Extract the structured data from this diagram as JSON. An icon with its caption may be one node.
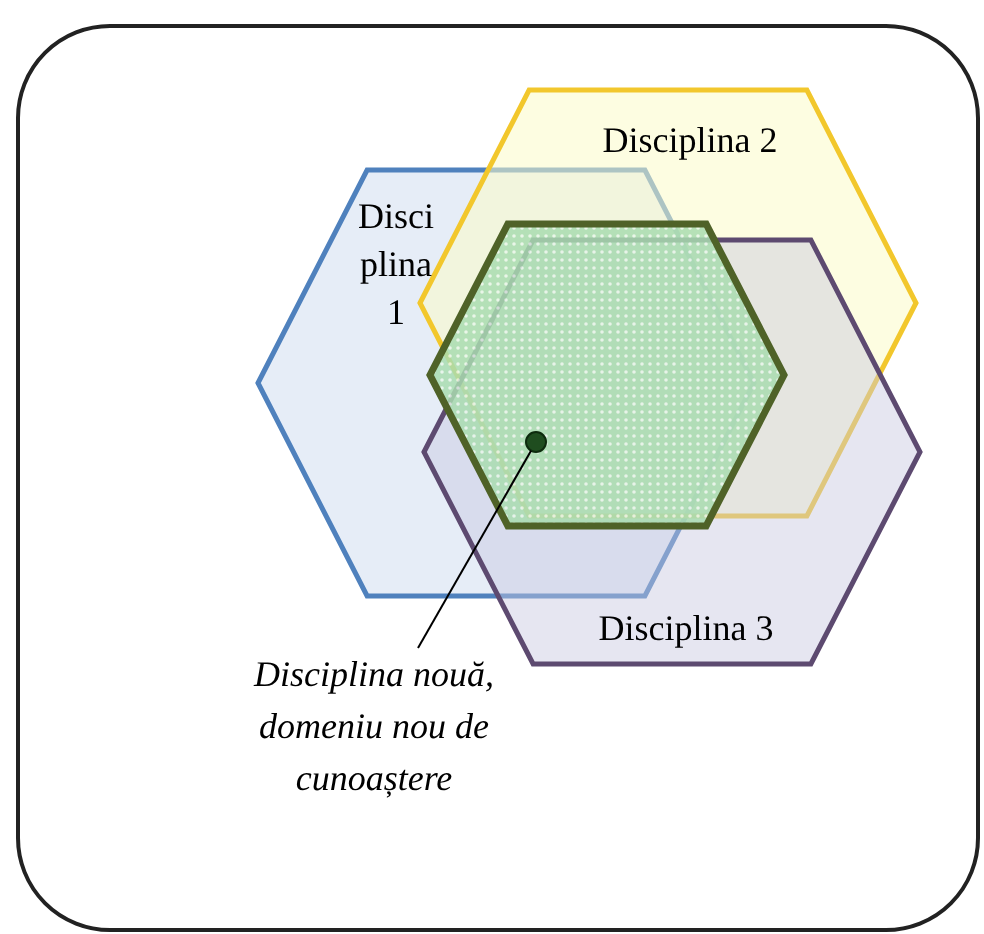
{
  "diagram": {
    "nodes": [
      {
        "text": [
          "Disciplina 1"
        ]
      },
      {
        "text": [
          "Disciplina 2"
        ]
      },
      {
        "text": [
          "Disciplina 3"
        ]
      },
      {
        "text": [],
        "shape": "hexagon"
      },
      {
        "text": [
          "Disciplina nouă, domeniu nou de cunoaștere"
        ]
      },
      {
        "text": [],
        "shape": "circle",
        "in": 3
      }
    ],
    "edges": [
      {
        "from": 4,
        "to": 5,
        "arrow": "none"
      }
    ]
  }
}
